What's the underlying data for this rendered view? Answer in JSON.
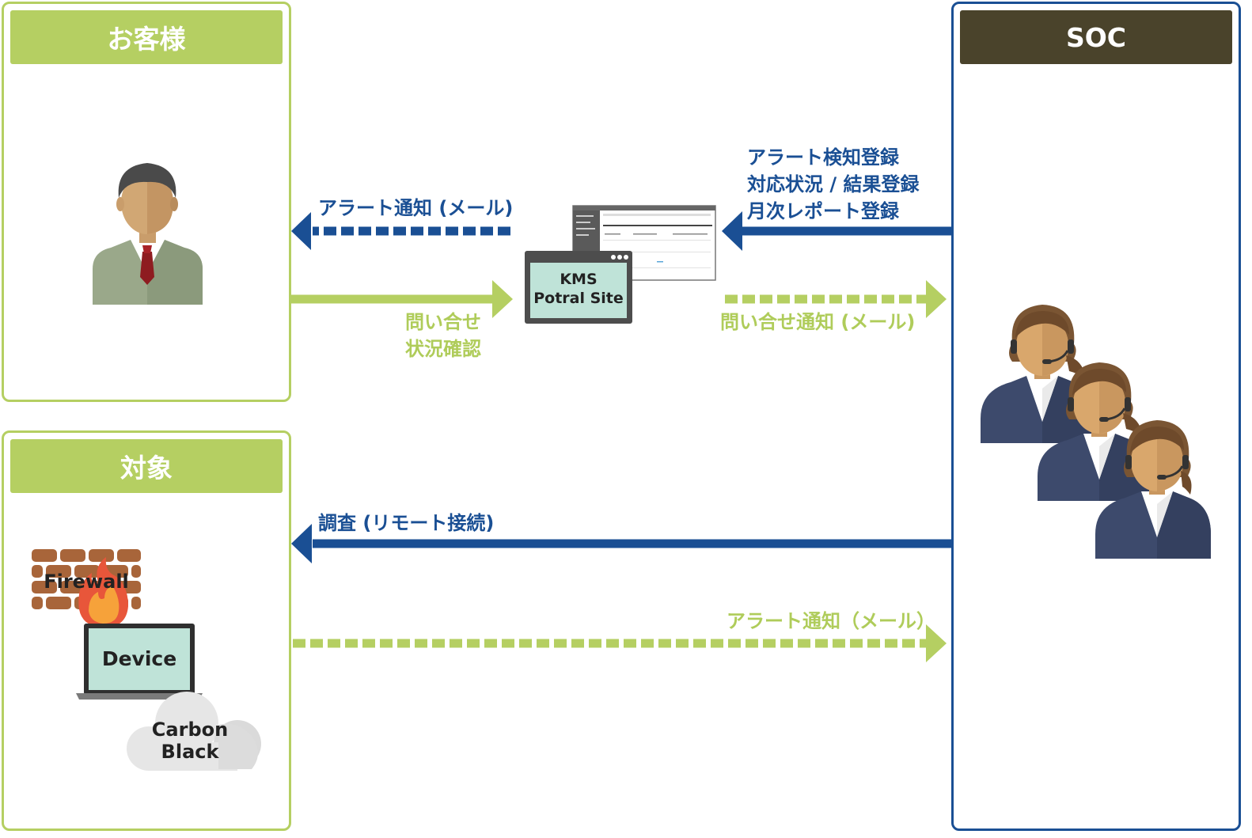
{
  "customer_panel": {
    "title": "お客様"
  },
  "target_panel": {
    "title": "対象"
  },
  "soc_panel": {
    "title": "SOC"
  },
  "portal": {
    "line1": "KMS",
    "line2": "Potral Site"
  },
  "arrows": {
    "alert_notify_mail": "アラート通知 (メール)",
    "inquiry": [
      "問い合せ",
      "状況確認"
    ],
    "soc_register": [
      "アラート検知登録",
      "対応状況 / 結果登録",
      "月次レポート登録"
    ],
    "inquiry_notify_mail": "問い合せ通知 (メール)",
    "investigation": "調査 (リモート接続)",
    "alert_notify_mail_2": "アラート通知（メール）"
  },
  "targets": {
    "firewall": "Firewall",
    "device": "Device",
    "cloud_line1": "Carbon",
    "cloud_line2": "Black"
  },
  "colors": {
    "green": "#b5cf62",
    "blue": "#1a4f94",
    "dark": "#4a432b"
  }
}
